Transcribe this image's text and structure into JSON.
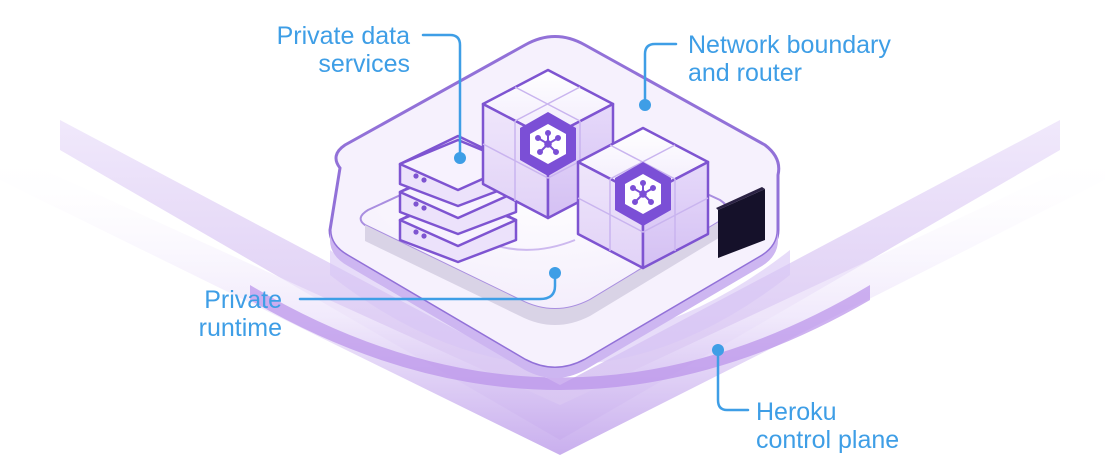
{
  "labels": {
    "private_data_services": [
      "Private data",
      "services"
    ],
    "network_boundary": [
      "Network boundary",
      "and router"
    ],
    "private_runtime": [
      "Private",
      "runtime"
    ],
    "control_plane": [
      "Heroku",
      "control plane"
    ]
  },
  "icons": {
    "dyno": "node-graph-icon",
    "database": "database-stack-icon",
    "router": "router-block-icon"
  },
  "colors": {
    "label": "#3e9ee6",
    "outline": "#8a63d2",
    "platform_dark": "#b79be6",
    "platform_light": "#f3eefc",
    "hex_badge": "#7b4fd6",
    "router_block": "#15112a"
  }
}
